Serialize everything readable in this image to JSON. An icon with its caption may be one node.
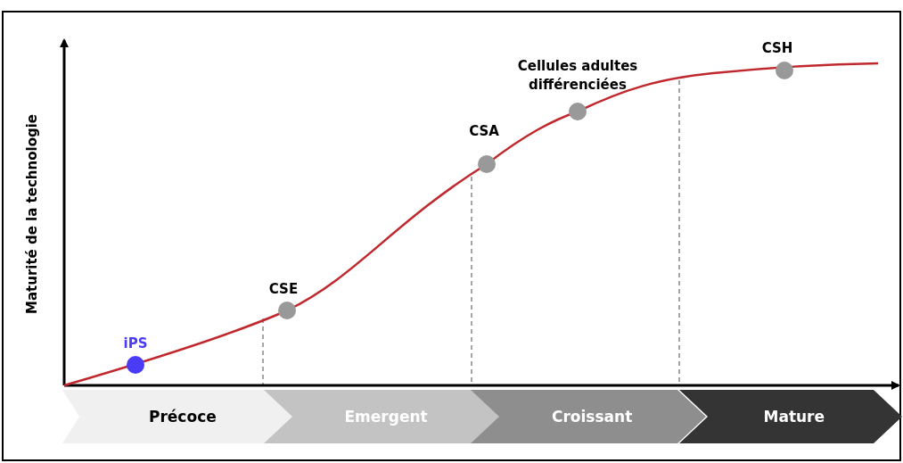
{
  "diagram": {
    "nodes": [
      {
        "text": [
          "iPS"
        ]
      },
      {
        "text": [
          "CSE"
        ]
      },
      {
        "text": [
          "CSA"
        ]
      },
      {
        "text": [
          "Cellules adultes différenciées"
        ]
      },
      {
        "text": [
          "CSH"
        ]
      },
      {
        "text": [
          "Précoce"
        ]
      },
      {
        "text": [
          "Emergent"
        ]
      },
      {
        "text": [
          "Croissant"
        ]
      },
      {
        "text": [
          "Mature"
        ]
      }
    ],
    "edges": [],
    "labels": [
      "Maturité de la technologie"
    ]
  }
}
